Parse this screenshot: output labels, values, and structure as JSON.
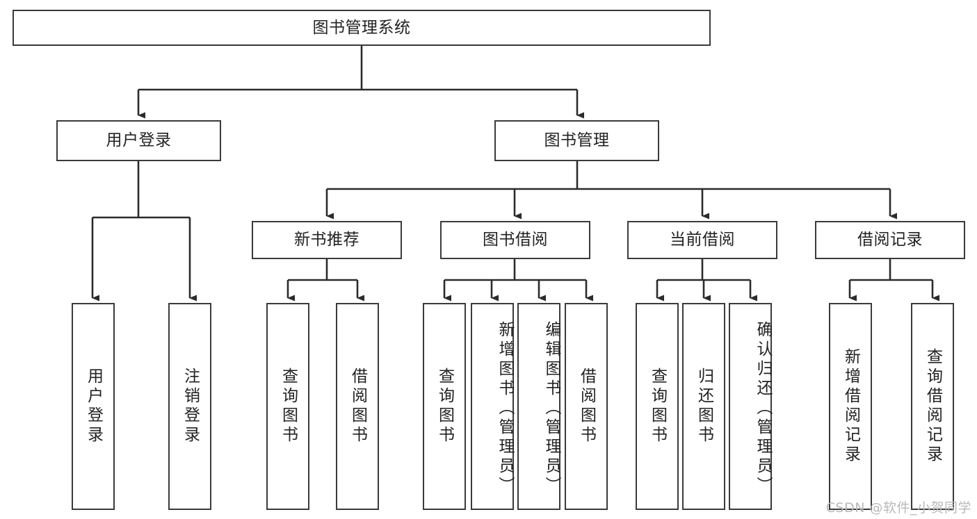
{
  "diagram": {
    "title": "图书管理系统",
    "type": "tree",
    "root": {
      "label": "图书管理系统"
    },
    "level2": [
      {
        "label": "用户登录"
      },
      {
        "label": "图书管理"
      }
    ],
    "level3": [
      {
        "label": "新书推荐"
      },
      {
        "label": "图书借阅"
      },
      {
        "label": "当前借阅"
      },
      {
        "label": "借阅记录"
      }
    ],
    "leaves": {
      "user_login": [
        {
          "label": "用户登录"
        },
        {
          "label": "注销登录"
        }
      ],
      "new_book": [
        {
          "label": "查询图书"
        },
        {
          "label": "借阅图书"
        }
      ],
      "borrow_book": [
        {
          "label": "查询图书"
        },
        {
          "label": "新增图书（管理员）"
        },
        {
          "label": "编辑图书（管理员）"
        },
        {
          "label": "借阅图书"
        }
      ],
      "current_borrow": [
        {
          "label": "查询图书"
        },
        {
          "label": "归还图书"
        },
        {
          "label": "确认归还（管理员）"
        }
      ],
      "borrow_record": [
        {
          "label": "新增借阅记录"
        },
        {
          "label": "查询借阅记录"
        }
      ]
    }
  },
  "watermark": {
    "text": "CSDN @软件_小贺同学"
  },
  "colors": {
    "border": "#3a3a3a",
    "background": "#ffffff",
    "text": "#222222",
    "watermark": "#b9b9b9"
  }
}
